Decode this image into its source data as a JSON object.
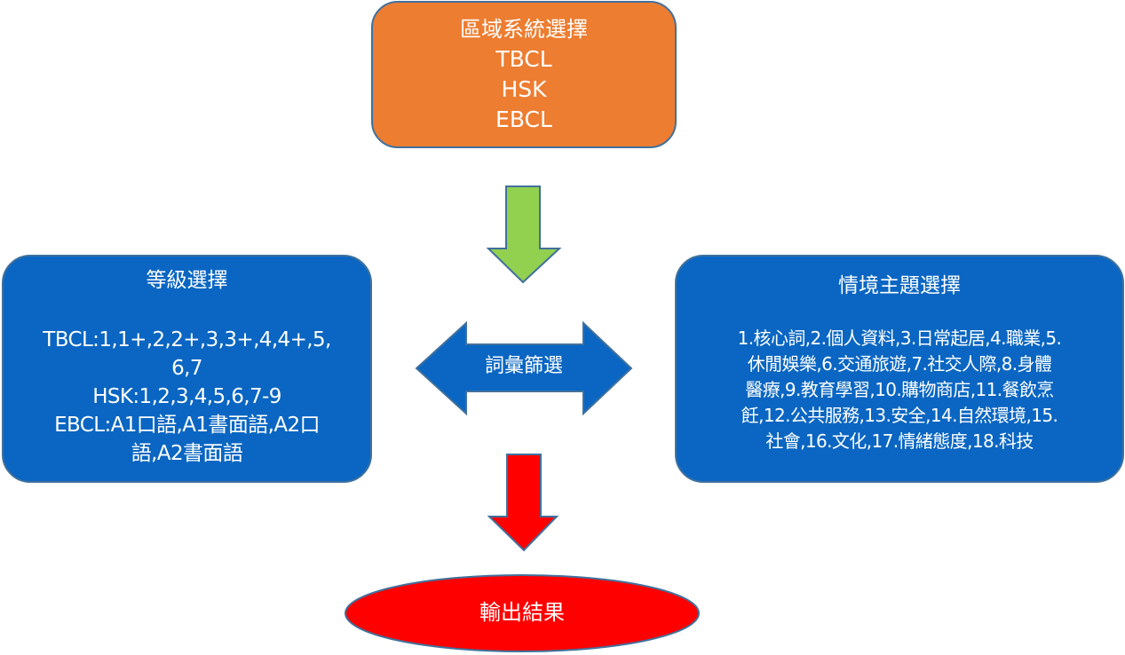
{
  "colors": {
    "region_fill": "#ED7D31",
    "box_fill": "#0A66C2",
    "box_border": "#41719C",
    "green_arrow": "#92D050",
    "red": "#FF0000",
    "text": "#FFFFFF"
  },
  "region": {
    "title": "區域系統選擇",
    "systems": [
      "TBCL",
      "HSK",
      "EBCL"
    ]
  },
  "level": {
    "title": "等級選擇",
    "lines": [
      "TBCL:1,1+,2,2+,3,3+,4,4+,5,",
      "6,7",
      "HSK:1,2,3,4,5,6,7-9",
      "EBCL:A1口語,A1書面語,A2口",
      "語,A2書面語"
    ]
  },
  "topic": {
    "title": "情境主題選擇",
    "lines": [
      "1.核心詞,2.個人資料,3.日常起居,4.職業,5.",
      "休閒娛樂,6.交通旅遊,7.社交人際,8.身體",
      "醫療,9.教育學習,10.購物商店,11.餐飲烹",
      "飪,12.公共服務,13.安全,14.自然環境,15.",
      "社會,16.文化,17.情緒態度,18.科技"
    ]
  },
  "filter": {
    "label": "詞彙篩選"
  },
  "output": {
    "label": "輸出結果"
  },
  "icons": {
    "down_arrow_top": "arrow-down-icon",
    "double_arrow": "double-arrow-icon",
    "down_arrow_bottom": "arrow-down-icon"
  }
}
